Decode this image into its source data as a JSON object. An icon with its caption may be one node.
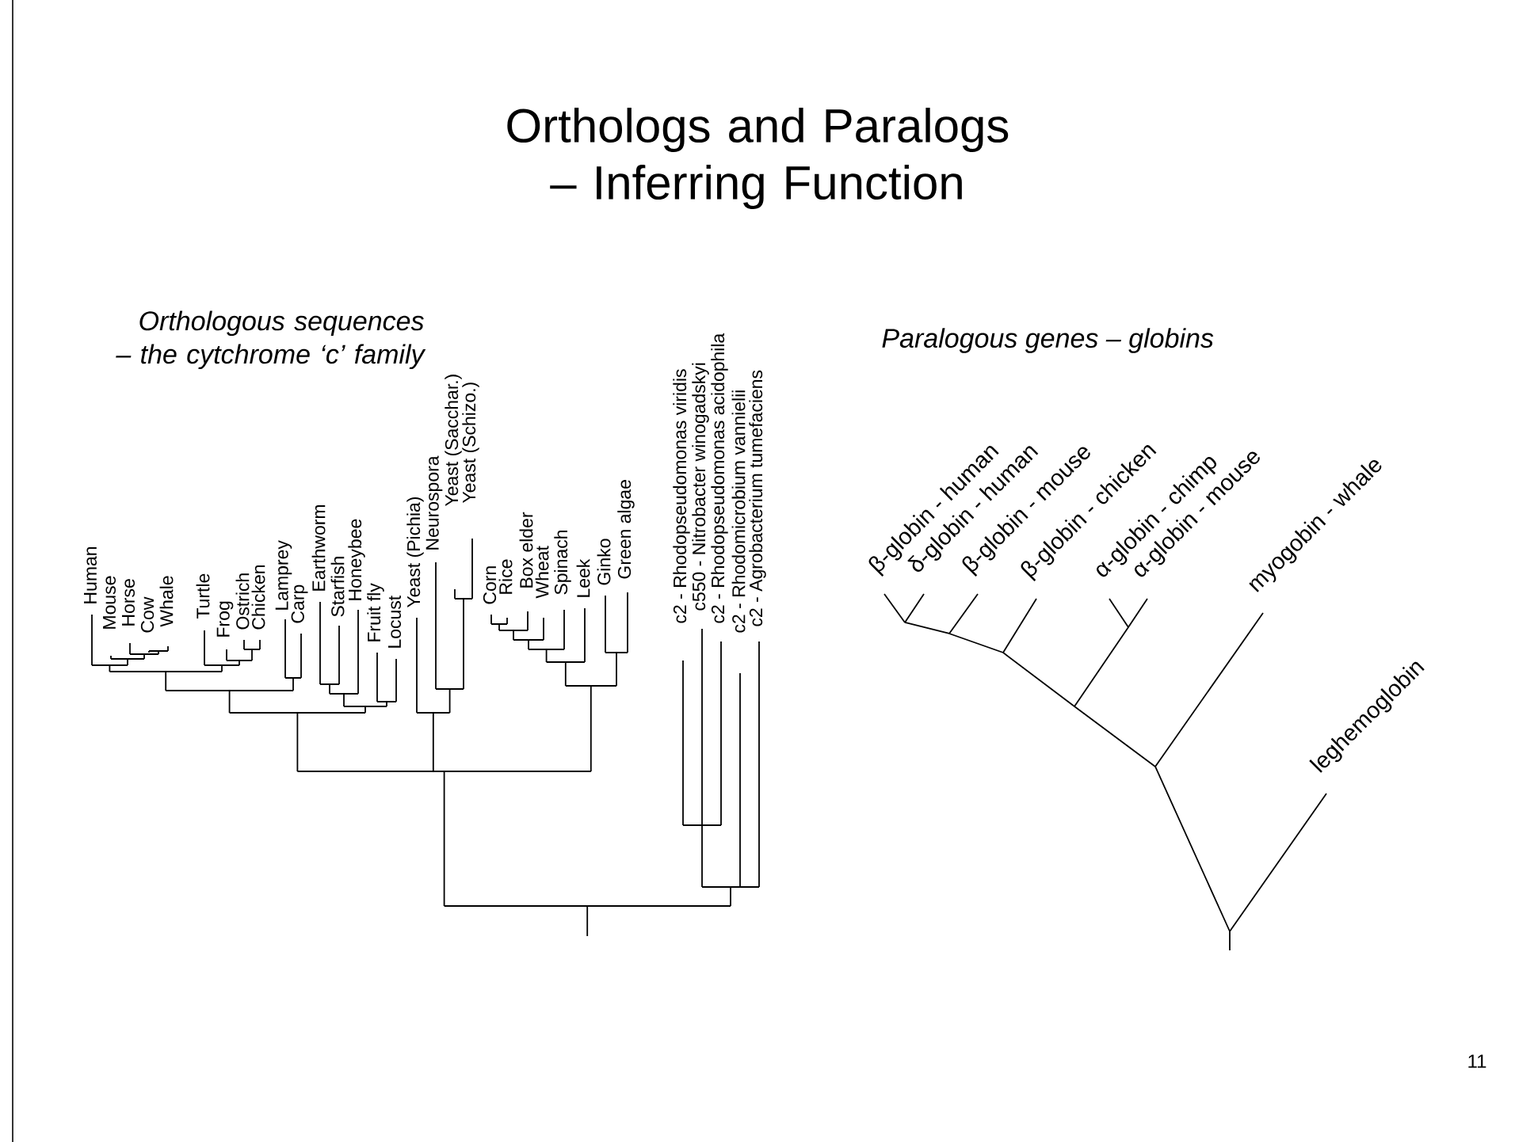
{
  "diagram": {
    "title": "Orthologs and Paralogs – Inferring Function",
    "labels": [
      "Orthologous sequences – the cytchrome ‘c’ family",
      "Paralogous genes – globins",
      "Human",
      "Mouse",
      "Horse",
      "Cow",
      "Whale",
      "Turtle",
      "Frog",
      "Ostrich",
      "Chicken",
      "Lamprey",
      "Carp",
      "Earthworm",
      "Starfish",
      "Honeybee",
      "Fruit fly",
      "Locust",
      "Yeast (Pichia)",
      "Neurospora",
      "Yeast (Sacchar.)",
      "Yeast (Schizo.)",
      "Corn",
      "Rice",
      "Box elder",
      "Wheat",
      "Spinach",
      "Leek",
      "Ginko",
      "Green algae",
      "c2 - Rhodopseudomonas viridis",
      "c550 - Nitrobacter winogadskyi",
      "c2 - Rhodopseudomonas acidophila",
      "c2 - Rhodomicrobium vannielii",
      "c2 - Agrobacterium tumefaciens",
      "β-globin - human",
      "δ-globin - human",
      "β-globin - mouse",
      "β-globin - chicken",
      "α-globin - chimp",
      "α-globin - mouse",
      "myogobin - whale",
      "leghemoglobin",
      "11"
    ]
  }
}
